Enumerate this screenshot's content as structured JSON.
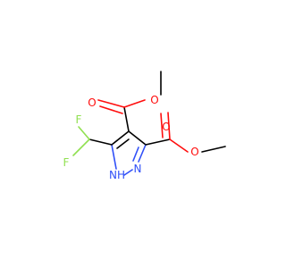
{
  "molecule": {
    "atoms": {
      "o_keto_top": "O",
      "o_ester_top": "O",
      "o_keto_right": "O",
      "o_ester_right": "O",
      "f_top": "F",
      "f_left": "F",
      "nh": "NH",
      "n_ring": "N",
      "h_on_n": "H"
    },
    "colors": {
      "carbon_bond": "#000000",
      "oxygen": "#ff0d0d",
      "nitrogen": "#3050f8",
      "fluorine": "#90e050"
    }
  }
}
